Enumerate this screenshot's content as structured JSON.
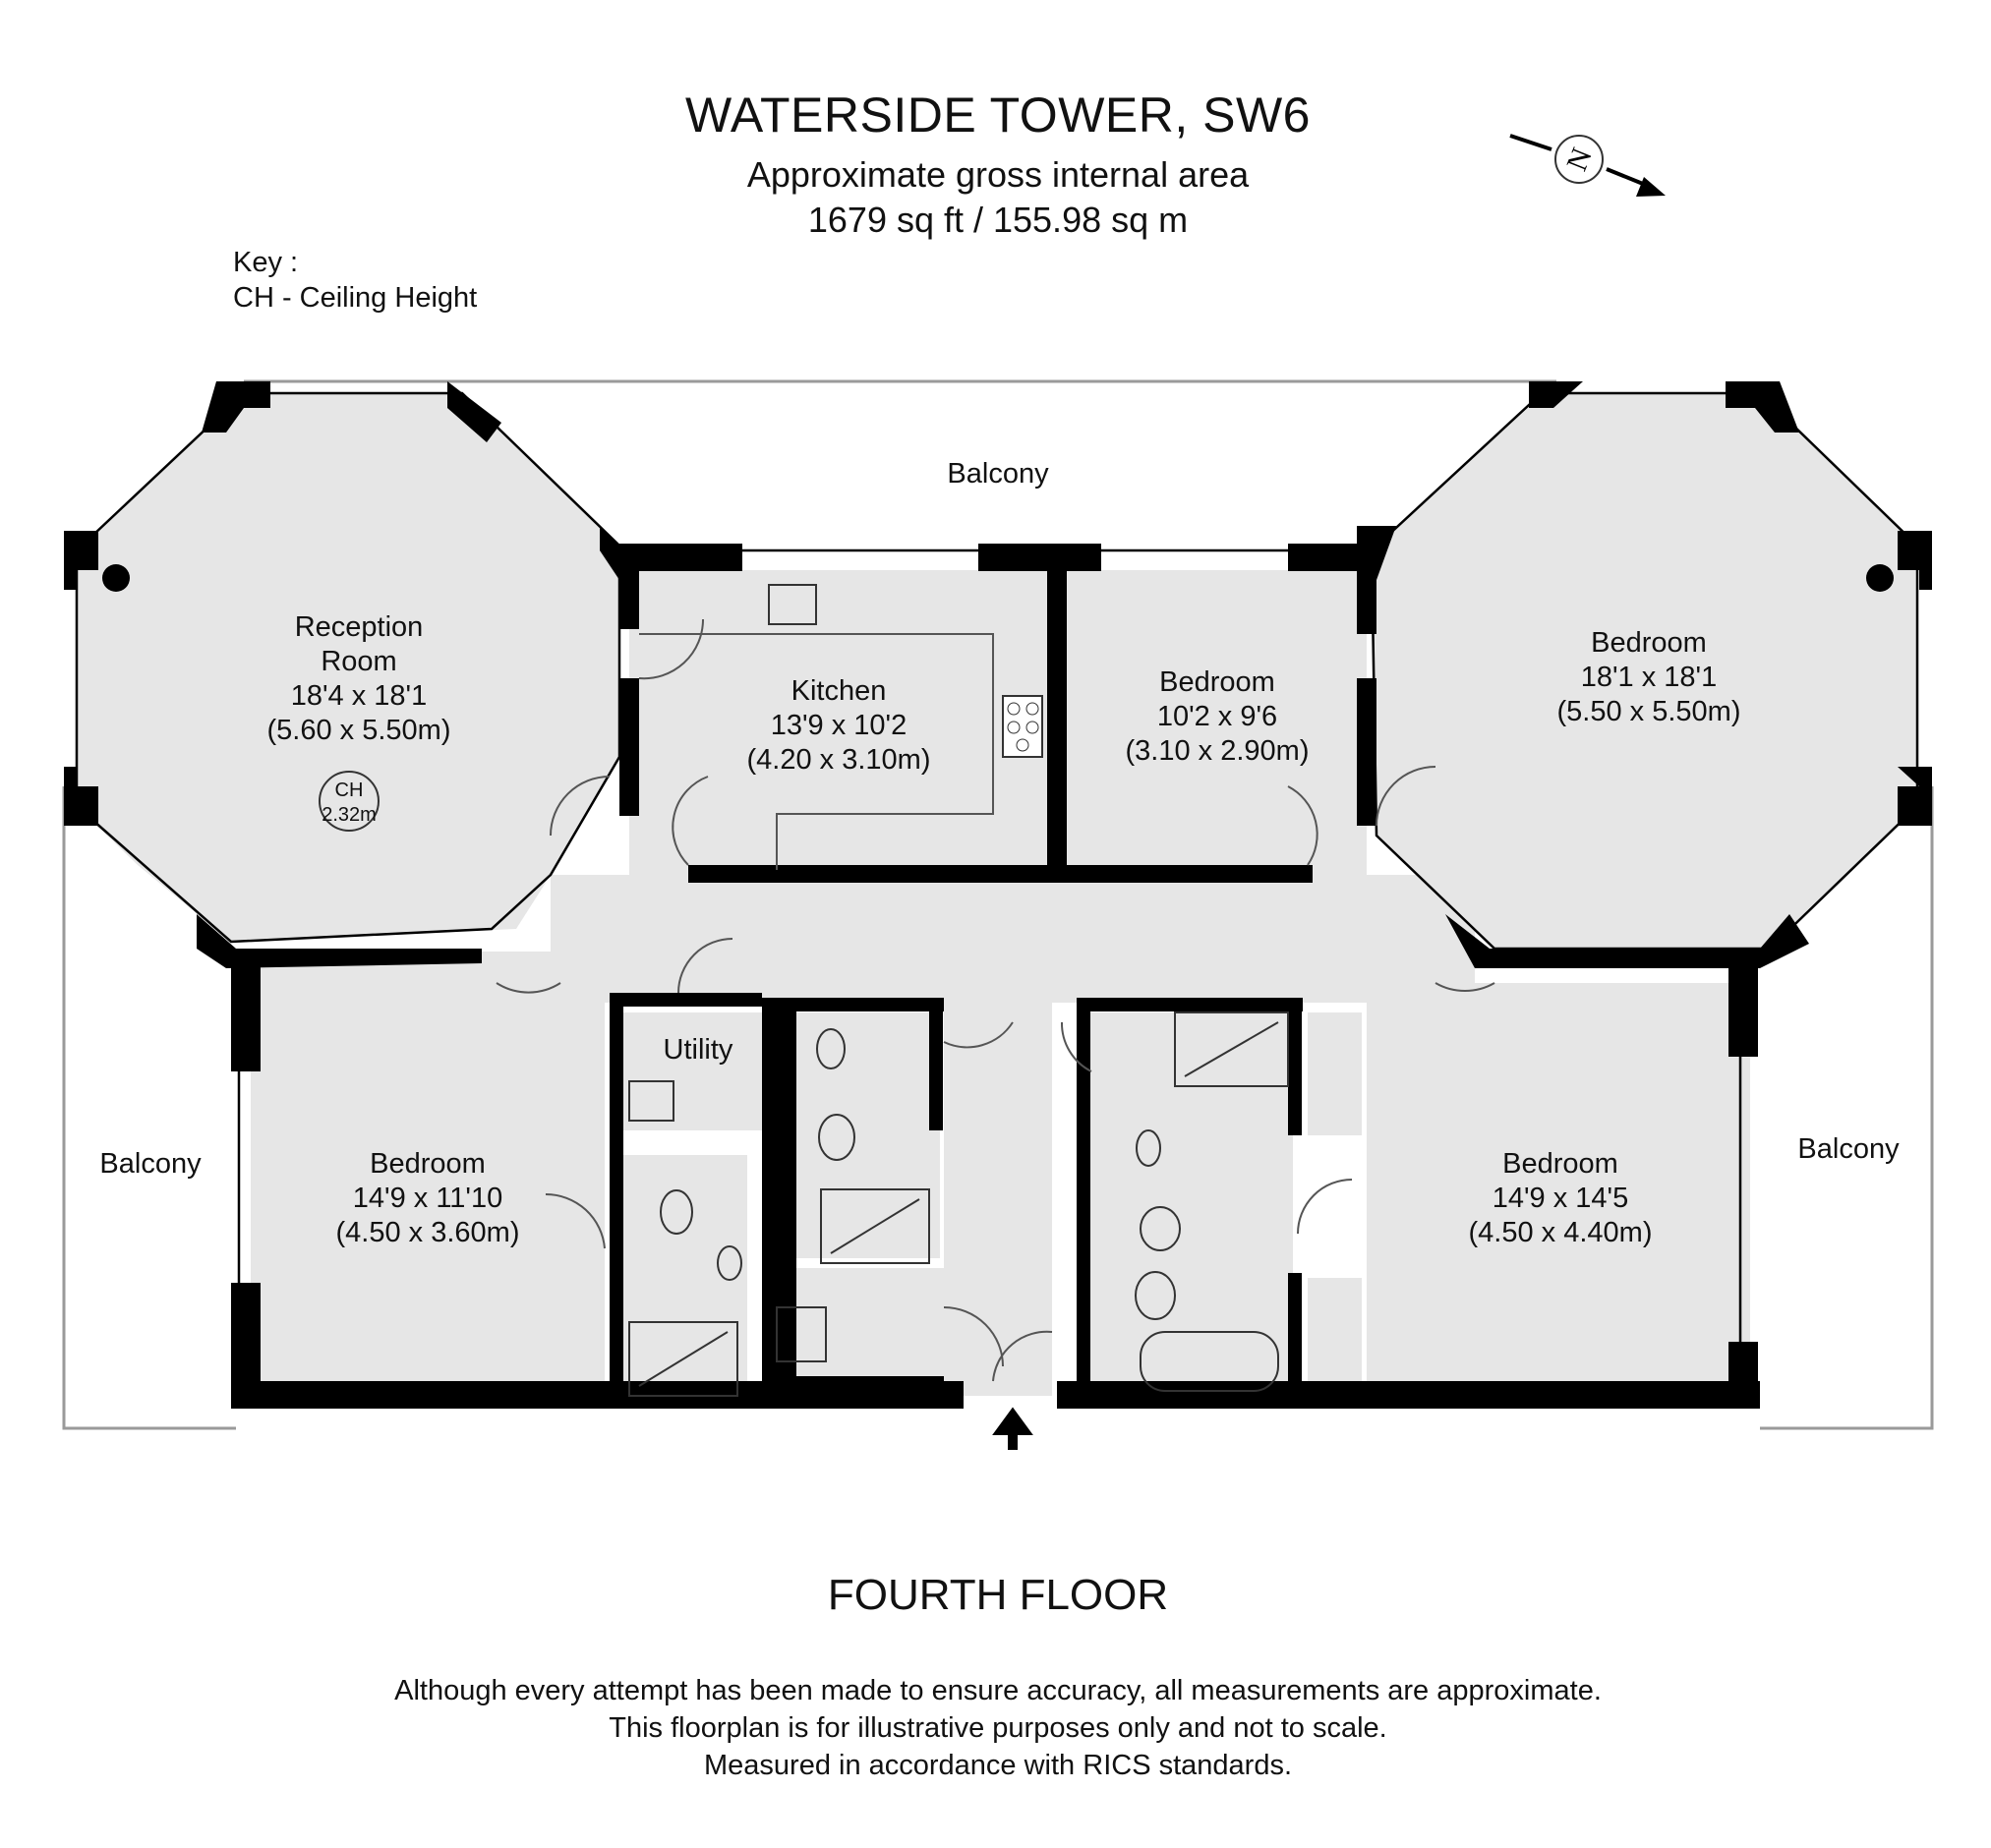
{
  "header": {
    "title": "WATERSIDE TOWER, SW6",
    "area_label": "Approximate gross internal area",
    "area_value": "1679 sq ft / 155.98 sq m"
  },
  "key": {
    "title": "Key :",
    "ch": "CH - Ceiling Height"
  },
  "compass": {
    "label": "N",
    "icon": "compass-north-icon"
  },
  "rooms": {
    "reception": {
      "name1": "Reception",
      "name2": "Room",
      "imperial": "18'4 x 18'1",
      "metric": "(5.60 x 5.50m)"
    },
    "kitchen": {
      "name": "Kitchen",
      "imperial": "13'9 x 10'2",
      "metric": "(4.20 x 3.10m)"
    },
    "bedroom_small": {
      "name": "Bedroom",
      "imperial": "10'2 x 9'6",
      "metric": "(3.10 x 2.90m)"
    },
    "bedroom_octagon": {
      "name": "Bedroom",
      "imperial": "18'1 x 18'1",
      "metric": "(5.50 x 5.50m)"
    },
    "bedroom_left": {
      "name": "Bedroom",
      "imperial": "14'9 x 11'10",
      "metric": "(4.50 x 3.60m)"
    },
    "bedroom_right": {
      "name": "Bedroom",
      "imperial": "14'9 x 14'5",
      "metric": "(4.50 x 4.40m)"
    },
    "utility": {
      "name": "Utility"
    }
  },
  "ceiling": {
    "label": "CH",
    "value": "2.32m"
  },
  "balconies": {
    "top": "Balcony",
    "left": "Balcony",
    "right": "Balcony"
  },
  "floor_label": "FOURTH FLOOR",
  "disclaimer": [
    "Although every attempt has been made to ensure accuracy, all measurements are approximate.",
    "This floorplan is for illustrative purposes only and not to scale.",
    "Measured in accordance with RICS standards."
  ],
  "colors": {
    "wall": "#000000",
    "floor": "#e6e6e6",
    "balcony_line": "#9a9a9a"
  }
}
